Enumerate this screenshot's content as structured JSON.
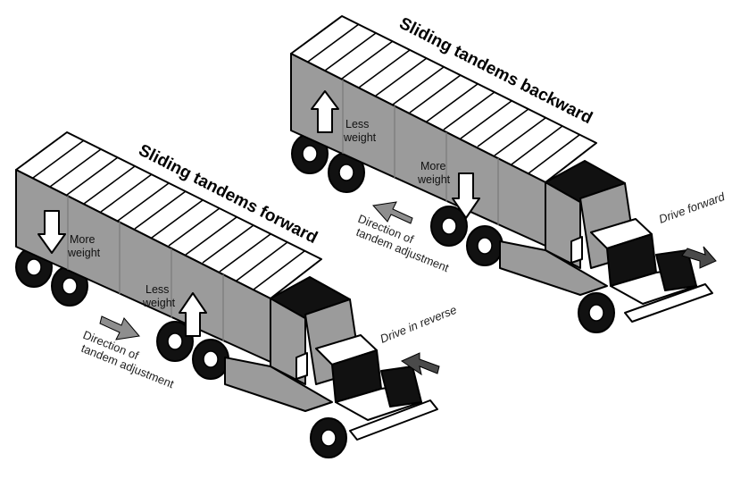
{
  "left_truck": {
    "title": "Sliding tandems forward",
    "more_weight": [
      "More",
      "weight"
    ],
    "less_weight": [
      "Less",
      "weight"
    ],
    "adjust_label": [
      "Direction of",
      "tandem adjustment"
    ],
    "drive_label": "Drive in reverse"
  },
  "right_truck": {
    "title": "Sliding tandems backward",
    "less_weight": [
      "Less",
      "weight"
    ],
    "more_weight": [
      "More",
      "weight"
    ],
    "adjust_label": [
      "Direction of",
      "tandem adjustment"
    ],
    "drive_label": "Drive forward"
  }
}
